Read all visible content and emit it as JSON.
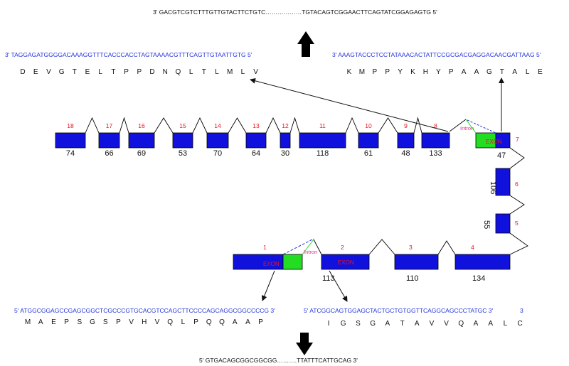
{
  "sequences": {
    "top_genomic": "3' GACGTCGTCTTTGTTGTACTTCTGTC………………TGTACAGTCGGAACTTCAGTATCGGAGAGTG 5'",
    "bottom_genomic": "5' GTGACAGCGGCGGCGG……….TTATTTCATTGCAG 3'",
    "top_left_cdna": "3' TAGGAGATGGGGACAAAGGTTTCACCCACCTAGTAAAACGTTTCAGTTGTAATTGTG 5'",
    "top_right_cdna": "3' AAAGTACCCTCCTATAAACACTATTCCGCGACGAGGACAACGATTAAG 5'",
    "bottom_left_cdna": "5' ATGGCGGAGCCGAGCGGCTCGCCCGTGCACGTCCAGCTTCCCCAGCAGGCGGCCCCG 3'",
    "bottom_right_cdna": "5' ATCGGCAGTGGAGCTACTGCTGTGGTTCAGGCAGCCCTATGC 3'",
    "bottom_right_extra": "3"
  },
  "peptides": {
    "top_left": [
      "D",
      "E",
      "V",
      "G",
      "T",
      "E",
      "L",
      "T",
      "P",
      "P",
      "D",
      "N",
      "Q",
      "L",
      "T",
      "L",
      "M",
      "L",
      "V"
    ],
    "top_right": [
      "K",
      "M",
      "P",
      "P",
      "Y",
      "K",
      "H",
      "Y",
      "P",
      "A",
      "A",
      "G",
      "T",
      "A",
      "L",
      "E"
    ],
    "bottom_left": [
      "M",
      "A",
      "E",
      "P",
      "S",
      "G",
      "S",
      "P",
      "V",
      "H",
      "V",
      "Q",
      "L",
      "P",
      "Q",
      "Q",
      "A",
      "A",
      "P"
    ],
    "bottom_right": [
      "I",
      "G",
      "S",
      "G",
      "A",
      "T",
      "A",
      "V",
      "V",
      "Q",
      "A",
      "A",
      "L",
      "C"
    ]
  },
  "labels": {
    "exon": "EXON",
    "intron": "Intron"
  },
  "exons": {
    "top_row": [
      {
        "num": "18",
        "len": "74"
      },
      {
        "num": "17",
        "len": "66"
      },
      {
        "num": "16",
        "len": "69"
      },
      {
        "num": "15",
        "len": "53"
      },
      {
        "num": "14",
        "len": "70"
      },
      {
        "num": "13",
        "len": "64"
      },
      {
        "num": "12",
        "len": "30"
      },
      {
        "num": "11",
        "len": "118"
      },
      {
        "num": "10",
        "len": "61"
      },
      {
        "num": "9",
        "len": "48"
      },
      {
        "num": "8",
        "len": "133"
      }
    ],
    "exon7": {
      "num": "7",
      "len": "47"
    },
    "exon6": {
      "num": "6",
      "len": "106"
    },
    "exon5": {
      "num": "5",
      "len": "55"
    },
    "bottom_row": [
      {
        "num": "1",
        "len": ""
      },
      {
        "num": "2",
        "len": "113"
      },
      {
        "num": "3",
        "len": "110"
      },
      {
        "num": "4",
        "len": "134"
      }
    ]
  },
  "colors": {
    "exon_fill": "#1111dd",
    "highlight_fill": "#22dd22",
    "sequence_blue": "#2233dd",
    "number_red": "#e8141e",
    "intron_magenta": "#e0308a"
  }
}
